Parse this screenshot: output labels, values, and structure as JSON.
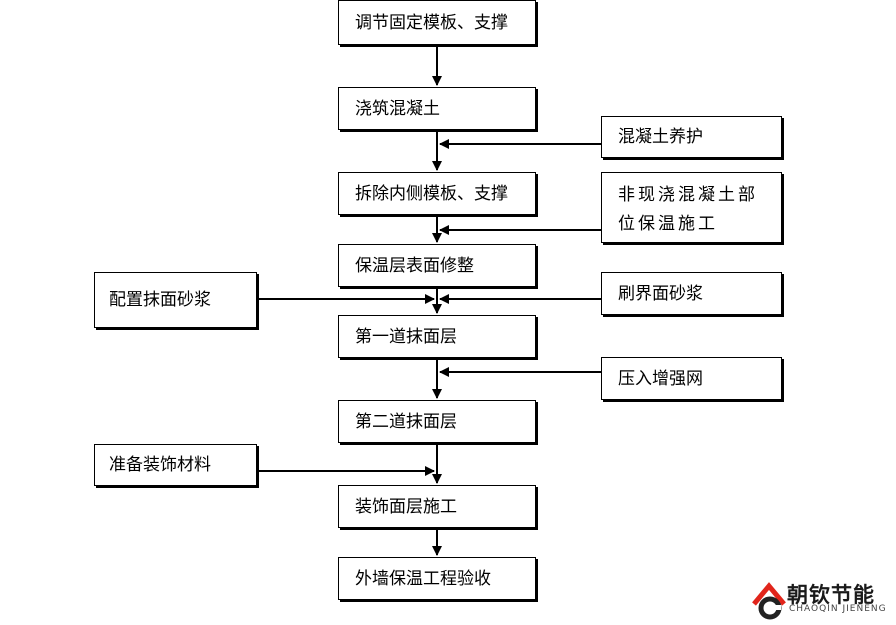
{
  "steps": [
    "调节固定模板、支撑",
    "浇筑混凝土",
    "拆除内侧模板、支撑",
    "保温层表面修整",
    "第一道抹面层",
    "第二道抹面层",
    "装饰面层施工",
    "外墙保温工程验收"
  ],
  "inputs_right": [
    "混凝土养护",
    "非现浇混凝土部位保温施工",
    "刷界面砂浆",
    "压入增强网"
  ],
  "inputs_left": [
    "配置抹面砂浆",
    "准备装饰材料"
  ],
  "logo": {
    "name": "朝钦节能",
    "subtitle": "CHAOQIN JIENENG",
    "brand_color": "#e1251b"
  }
}
